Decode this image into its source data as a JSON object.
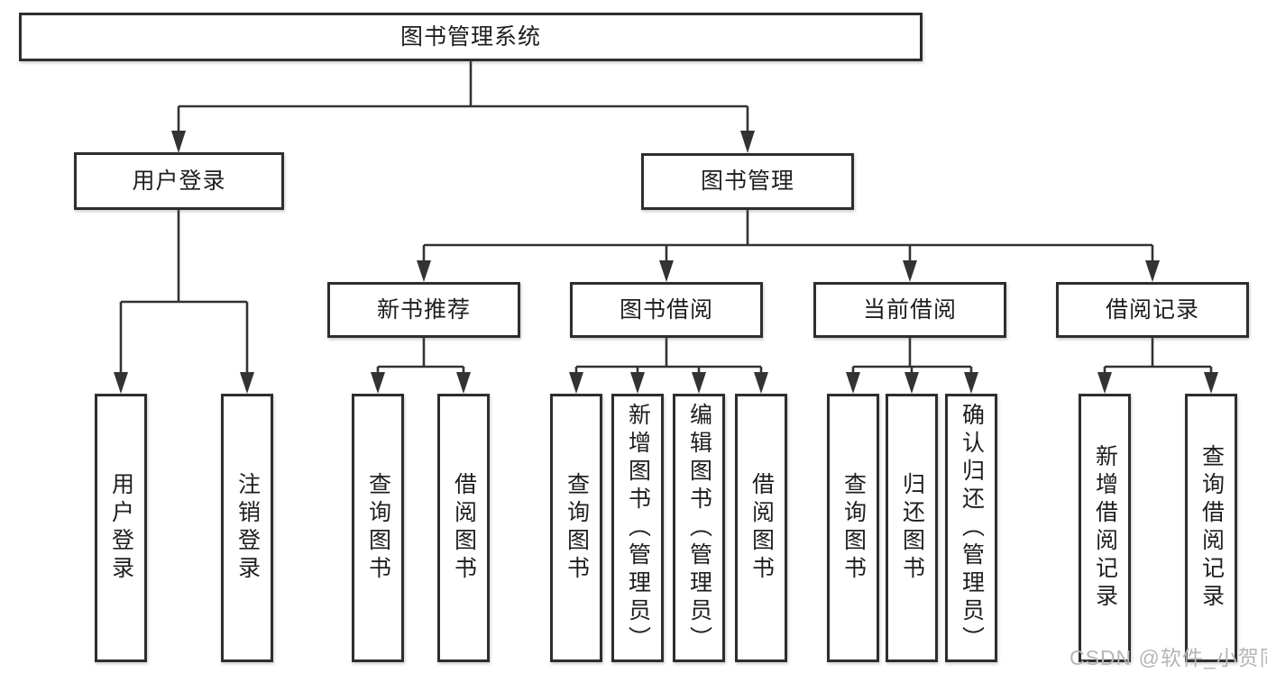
{
  "diagram": {
    "title": "图书管理系统",
    "type": "functional-structure-tree",
    "colors": {
      "background": "#ffffff",
      "line": "#333333",
      "box_border": "#2e2e2e",
      "text": "#1e1e1e",
      "watermark": "#b3b6ba"
    }
  },
  "nodes": {
    "root": "图书管理系统",
    "l2": [
      "用户登录",
      "图书管理"
    ],
    "l3": [
      "新书推荐",
      "图书借阅",
      "当前借阅",
      "借阅记录"
    ],
    "leaves": [
      "用户登录",
      "注销登录",
      "查询图书",
      "借阅图书",
      "查询图书",
      "新增图书（管理员）",
      "编辑图书（管理员）",
      "借阅图书",
      "查询图书",
      "归还图书",
      "确认归还（管理员）",
      "新增借阅记录",
      "查询借阅记录"
    ]
  },
  "hierarchy": {
    "图书管理系统": [
      "用户登录",
      "图书管理"
    ],
    "用户登录": [
      "用户登录",
      "注销登录"
    ],
    "图书管理": [
      "新书推荐",
      "图书借阅",
      "当前借阅",
      "借阅记录"
    ],
    "新书推荐": [
      "查询图书",
      "借阅图书"
    ],
    "图书借阅": [
      "查询图书",
      "新增图书（管理员）",
      "编辑图书（管理员）",
      "借阅图书"
    ],
    "当前借阅": [
      "查询图书",
      "归还图书",
      "确认归还（管理员）"
    ],
    "借阅记录": [
      "新增借阅记录",
      "查询借阅记录"
    ]
  },
  "watermark": "CSDN @软件_小贺同学"
}
